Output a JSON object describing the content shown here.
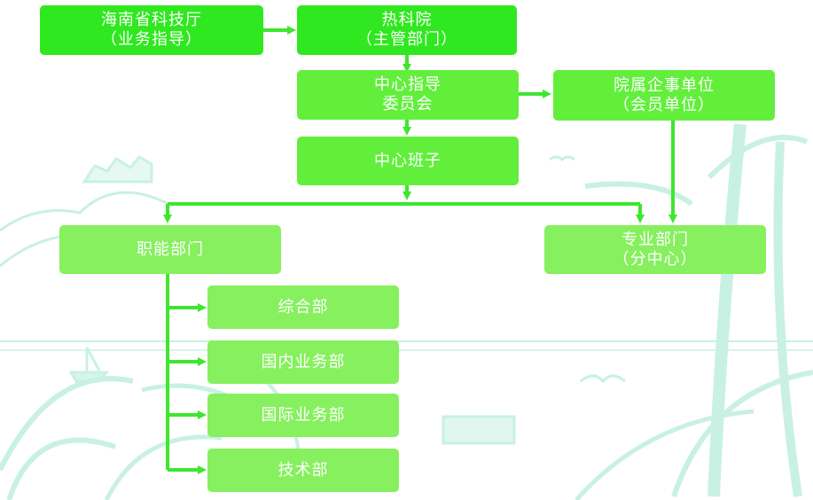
{
  "colors": {
    "primary_box": "#2fe81f",
    "secondary_box": "#62ef3c",
    "tertiary_box": "#86f05e",
    "connector": "#3ee62e",
    "background_art": "#c8f1e3"
  },
  "nodes": {
    "hainan_dept": {
      "line1": "海南省科技厅",
      "line2": "（业务指导）"
    },
    "rekeyuan": {
      "line1": "热科院",
      "line2": "（主管部门）"
    },
    "committee": {
      "line1": "中心指导",
      "line2": "委员会"
    },
    "member_units": {
      "line1": "院属企事单位",
      "line2": "（会员单位）"
    },
    "leadership": {
      "line1": "中心班子"
    },
    "functional": {
      "line1": "职能部门"
    },
    "professional": {
      "line1": "专业部门",
      "line2": "（分中心）"
    },
    "general": {
      "line1": "综合部"
    },
    "domestic": {
      "line1": "国内业务部"
    },
    "international": {
      "line1": "国际业务部"
    },
    "technical": {
      "line1": "技术部"
    }
  }
}
